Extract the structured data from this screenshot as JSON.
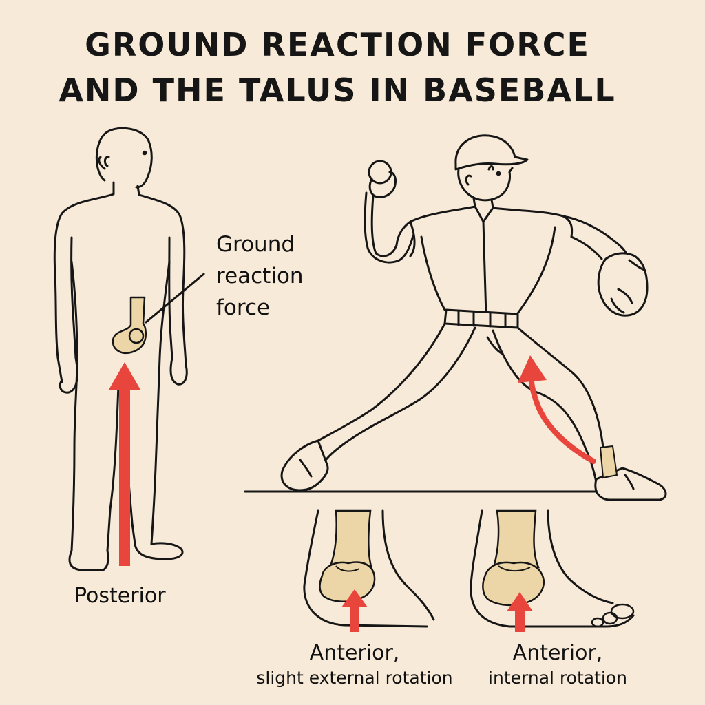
{
  "title": {
    "line1": "GROUND REACTION FORCE",
    "line2": "AND THE TALUS IN BASEBALL"
  },
  "callout": {
    "line1": "Ground",
    "line2": "reaction",
    "line3": "force"
  },
  "labels": {
    "posterior": "Posterior",
    "ankle_left_main": "Anterior,",
    "ankle_left_sub": "slight external rotation",
    "ankle_right_main": "Anterior,",
    "ankle_right_sub": "internal rotation"
  },
  "colors": {
    "background": "#f8ead8",
    "arrow": "#e8453c",
    "bone": "#ecd6a8",
    "outline": "#161616"
  }
}
